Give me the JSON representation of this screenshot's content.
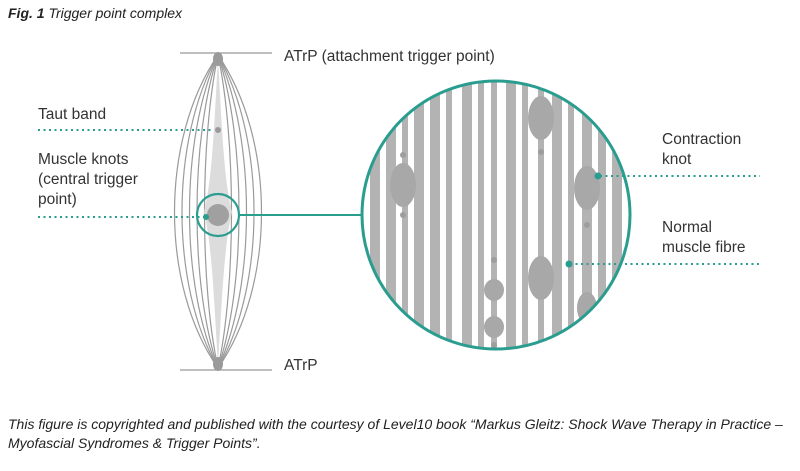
{
  "figure": {
    "label": "Fig. 1",
    "title": "Trigger point complex"
  },
  "labels": {
    "atrp_top": "ATrP (attachment trigger point)",
    "atrp_bottom": "ATrP",
    "taut_band": "Taut band",
    "muscle_knots": "Muscle knots\n(central trigger\npoint)",
    "contraction_knot": "Contraction\nknot",
    "normal_fibre": "Normal\nmuscle fibre"
  },
  "caption": "This figure is copyrighted and published with the courtesy of Level10 book “Markus Gleitz: Shock Wave Therapy in Practice – Myofascial Syndromes & Trigger Points”.",
  "colors": {
    "teal": "#2a9d8f",
    "fibre_gray": "#b3b3b3",
    "knot_gray": "#a8a8a8",
    "band_gray": "#dcdcdc",
    "outline_gray": "#9a9a9a"
  }
}
